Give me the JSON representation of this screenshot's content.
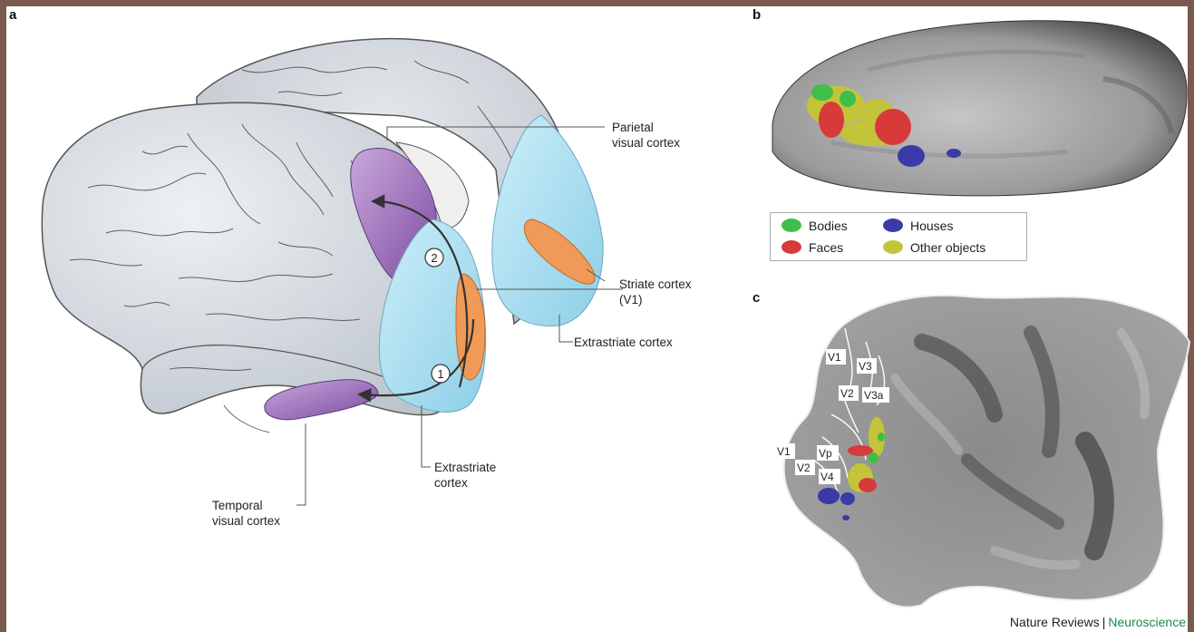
{
  "panels": {
    "a": {
      "label": "a"
    },
    "b": {
      "label": "b"
    },
    "c": {
      "label": "c"
    }
  },
  "labels_a": {
    "parietal": [
      "Parietal",
      "visual cortex"
    ],
    "striate": [
      "Striate cortex",
      "(V1)"
    ],
    "extrastriate_right": "Extrastriate cortex",
    "extrastriate_bottom": [
      "Extrastriate",
      "cortex"
    ],
    "temporal": [
      "Temporal",
      "visual cortex"
    ],
    "step1": "1",
    "step2": "2"
  },
  "legend": {
    "items": [
      {
        "label": "Bodies",
        "color": "#3fbf4a"
      },
      {
        "label": "Houses",
        "color": "#3a3aa8"
      },
      {
        "label": "Faces",
        "color": "#d83a3a"
      },
      {
        "label": "Other objects",
        "color": "#c3c43a"
      }
    ]
  },
  "flatmap_labels": {
    "v1_top": "V1",
    "v3": "V3",
    "v2_top": "V2",
    "v3a": "V3a",
    "v1_bottom": "V1",
    "vp": "Vp",
    "v2_bottom": "V2",
    "v4": "V4"
  },
  "footer": {
    "journal": "Nature Reviews",
    "separator": "|",
    "brand": "Neuroscience"
  },
  "colors": {
    "brain": "#d7dde3",
    "extrastriate": "#a6dcee",
    "striate": "#ef9a57",
    "visual_stream": "#8a58ae",
    "bodies": "#3fbf4a",
    "faces": "#d83a3a",
    "houses": "#3a3aa8",
    "other_objects": "#c3c43a"
  }
}
